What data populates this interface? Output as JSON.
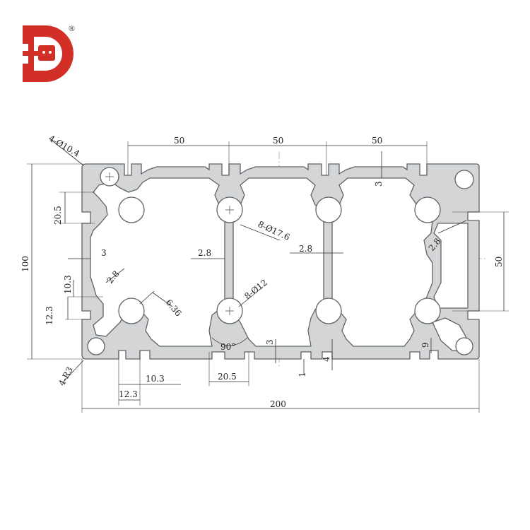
{
  "logo": {
    "letters": "HD",
    "registered": "®",
    "brand_color": "#d22f27"
  },
  "colors": {
    "profile_fill": "#d3d5d7",
    "profile_stroke": "#5f6366",
    "dimension_ink": "#222222"
  },
  "dimensions": {
    "slot_pitch_1": "50",
    "slot_pitch_2": "50",
    "slot_pitch_3": "50",
    "corner_holes": "4-Ø10.4",
    "slot_offset_left": "20.5",
    "overall_height": "100",
    "wall_left": "3",
    "web_thickness_1": "2.8",
    "center_holes": "8-Ø17.6",
    "web_thickness_2": "2.8",
    "top_wall": "3",
    "right_slot_span": "50",
    "right_web": "2.8",
    "slot_depth_left": "10.3",
    "diag_web": "2.8",
    "slot_width_left": "12.3",
    "hole_chamfer": "6.36",
    "small_holes": "8-Ø12",
    "corner_radius": "4-R3",
    "slot_depth_bottom": "10.3",
    "slot_width_bottom": "12.3",
    "angle": "90°",
    "slot_opening_bottom": "20.5",
    "bottom_wall": "3",
    "lip_depth": "4",
    "lip_thickness": "1",
    "bottom_right_9": "9",
    "overall_width": "200"
  }
}
